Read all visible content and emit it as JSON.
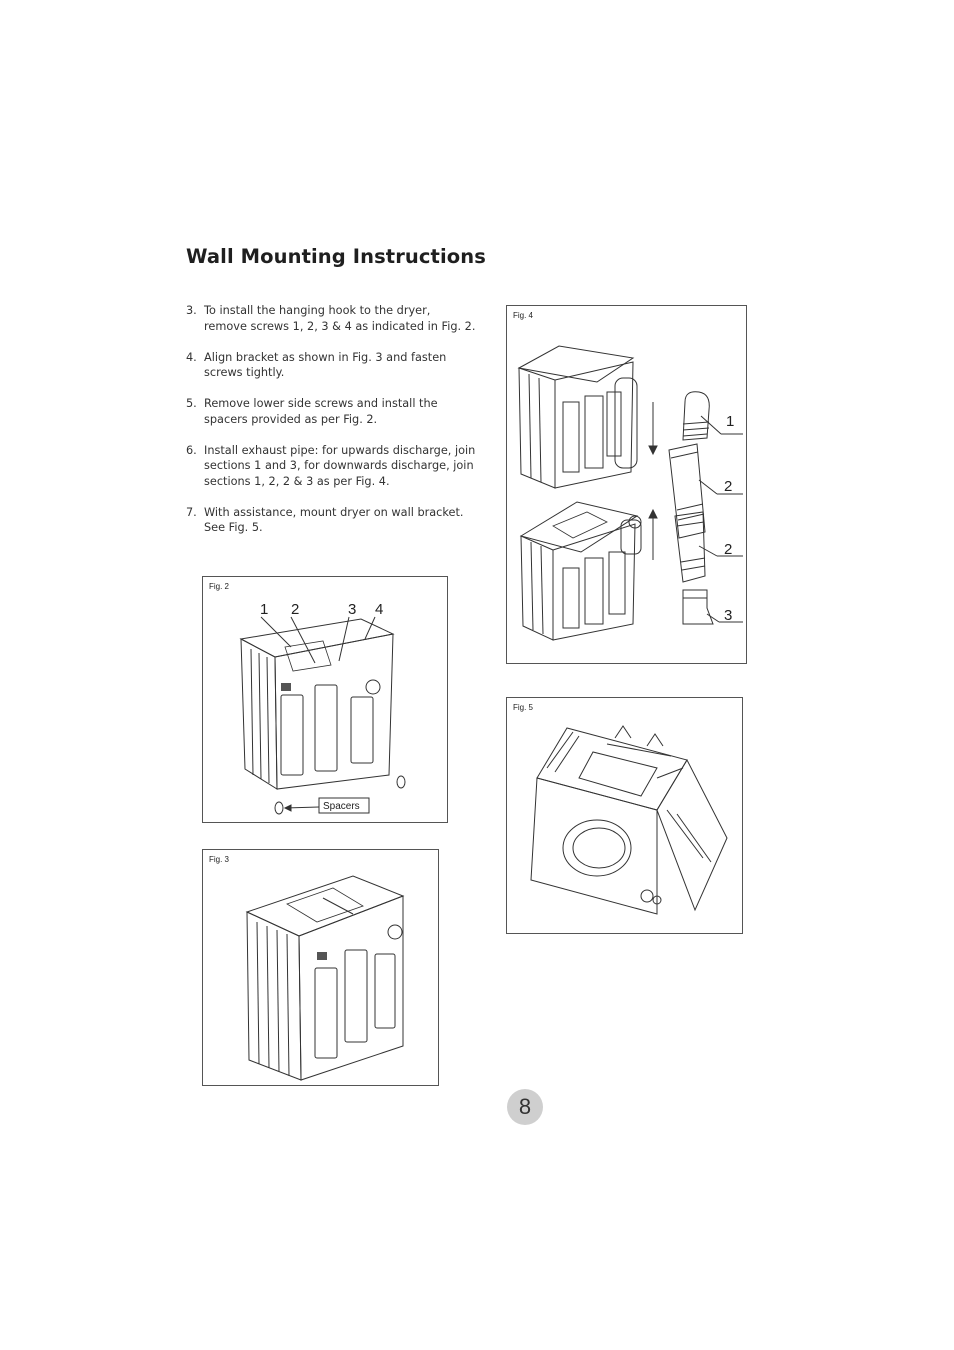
{
  "title": "Wall Mounting Instructions",
  "steps": [
    {
      "number": "3.",
      "text": "To install the hanging hook to the dryer, remove screws 1, 2, 3 & 4 as indicated in Fig. 2."
    },
    {
      "number": "4.",
      "text": "Align bracket as shown in Fig. 3 and fasten screws tightly."
    },
    {
      "number": "5.",
      "text": "Remove lower side screws and install the spacers provided as per Fig. 2."
    },
    {
      "number": "6.",
      "text": "Install exhaust pipe: for upwards discharge, join sections 1 and 3, for downwards discharge, join sections 1, 2, 2 & 3 as per Fig. 4."
    },
    {
      "number": "7.",
      "text": "With assistance, mount dryer on wall bracket. See Fig. 5."
    }
  ],
  "fig2": {
    "label": "Fig. 2",
    "callouts": [
      "1",
      "2",
      "3",
      "4"
    ],
    "spacers_label": "Spacers"
  },
  "fig3": {
    "label": "Fig. 3"
  },
  "fig4": {
    "label": "Fig. 4",
    "callouts": [
      "1",
      "2",
      "2",
      "3"
    ]
  },
  "fig5": {
    "label": "Fig. 5"
  },
  "page_number": "8"
}
